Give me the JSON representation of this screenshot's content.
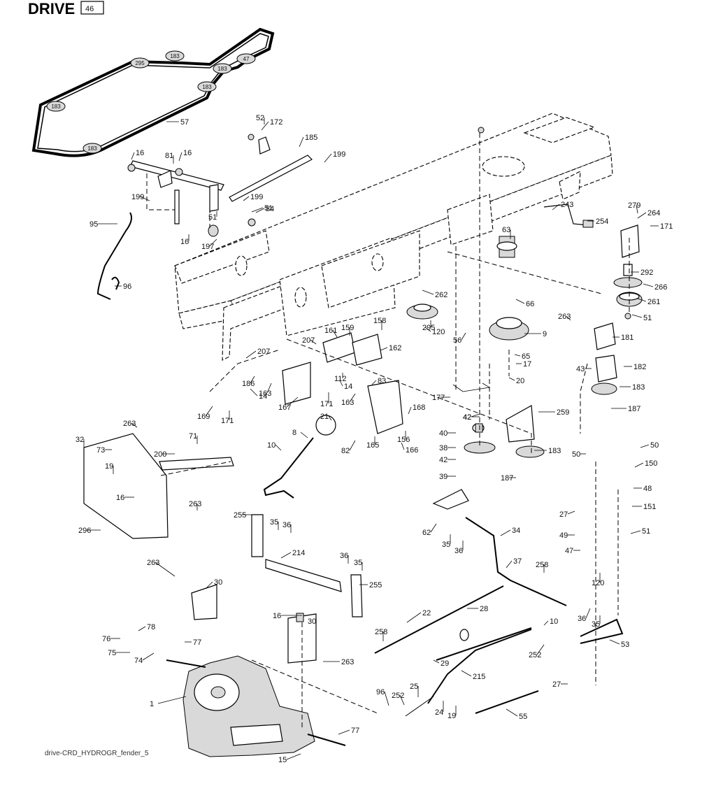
{
  "title": "DRIVE",
  "title_box": "46",
  "caption": "drive-CRD_HYDROGR_fender_5",
  "belt_labels": [
    "183",
    "295",
    "183",
    "183",
    "183",
    "183",
    "47",
    "183"
  ],
  "part_labels": [
    "57",
    "52",
    "172",
    "185",
    "16",
    "81",
    "16",
    "199",
    "199",
    "199",
    "51",
    "84",
    "95",
    "16",
    "197",
    "96",
    "51",
    "63",
    "243",
    "254",
    "279",
    "264",
    "171",
    "262",
    "295",
    "120",
    "56",
    "292",
    "266",
    "261",
    "51",
    "66",
    "263",
    "9",
    "181",
    "65",
    "17",
    "20",
    "43",
    "182",
    "183",
    "187",
    "207",
    "161",
    "159",
    "158",
    "162",
    "207",
    "186",
    "14",
    "163",
    "112",
    "14",
    "83",
    "167",
    "171",
    "163",
    "168",
    "169",
    "171",
    "177",
    "42",
    "42",
    "259",
    "21",
    "40",
    "8",
    "82",
    "165",
    "156",
    "166",
    "38",
    "183",
    "10",
    "42",
    "187",
    "39",
    "263",
    "32",
    "73",
    "71",
    "200",
    "19",
    "16",
    "263",
    "296",
    "50",
    "50",
    "150",
    "48",
    "27",
    "151",
    "49",
    "51",
    "47",
    "120",
    "62",
    "35",
    "36",
    "34",
    "255",
    "35",
    "36",
    "214",
    "36",
    "35",
    "255",
    "37",
    "258",
    "263",
    "30",
    "36",
    "35",
    "16",
    "30",
    "22",
    "28",
    "10",
    "53",
    "78",
    "76",
    "77",
    "75",
    "74",
    "263",
    "258",
    "29",
    "252",
    "1",
    "215",
    "27",
    "96",
    "252",
    "25",
    "24",
    "19",
    "55",
    "77",
    "15"
  ],
  "colors": {
    "ink": "#000000",
    "paper": "#ffffff",
    "shade": "#d9d9d9"
  }
}
